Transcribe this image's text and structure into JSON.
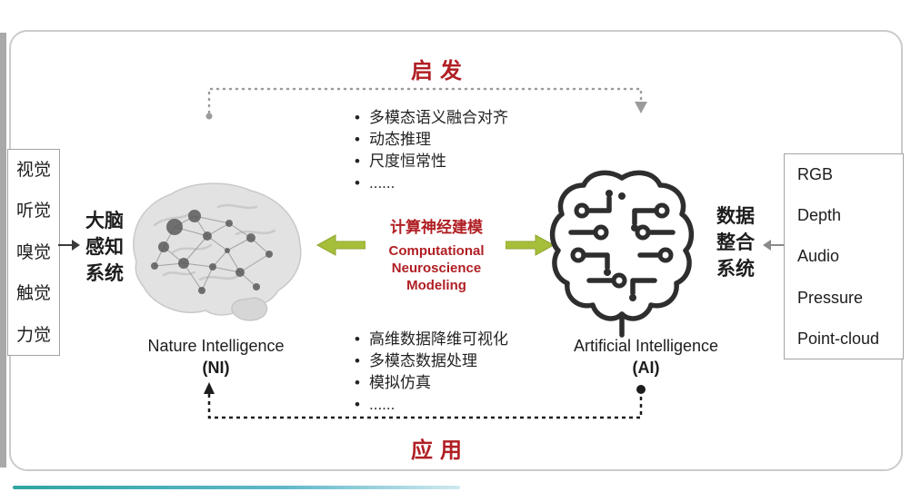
{
  "colors": {
    "accent_red": "#b01f24",
    "arrow_green": "#a6bf3b",
    "arrow_green_dark": "#8fa52f",
    "gray_line": "#9b9b9b",
    "black_line": "#1d1d1d",
    "frame_border": "#cbcbcb",
    "panel_border": "#a3a3a3",
    "text_dark": "#1d1d1d"
  },
  "flows": {
    "top": {
      "label": "启发",
      "direction": "NI to AI"
    },
    "bottom": {
      "label": "应用",
      "direction": "AI to NI"
    }
  },
  "left_panel": {
    "senses": [
      "视觉",
      "听觉",
      "嗅觉",
      "触觉",
      "力觉"
    ],
    "system": [
      "大脑",
      "感知",
      "系统"
    ]
  },
  "right_panel": {
    "modalities": [
      "RGB",
      "Depth",
      "Audio",
      "Pressure",
      "Point-cloud"
    ],
    "system": [
      "数据",
      "整合",
      "系统"
    ]
  },
  "ni": {
    "title": "Nature Intelligence",
    "abbr": "(NI)"
  },
  "ai": {
    "title": "Artificial Intelligence",
    "abbr": "(AI)"
  },
  "center": {
    "top_bullets": [
      "多模态语义融合对齐",
      "动态推理",
      "尺度恒常性",
      "......"
    ],
    "bottom_bullets": [
      "高维数据降维可视化",
      "多模态数据处理",
      "模拟仿真",
      "......"
    ],
    "model_zh": "计算神经建模",
    "model_en": [
      "Computational",
      "Neuroscience",
      "Modeling"
    ]
  }
}
